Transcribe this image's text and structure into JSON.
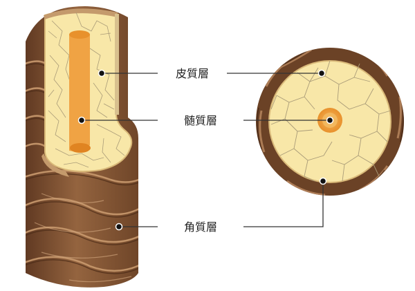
{
  "labels": {
    "cortex": "皮質層",
    "medulla": "髄質層",
    "cuticle": "角質層"
  },
  "colors": {
    "cuticle_dark": "#6b4226",
    "cuticle_mid": "#8e5f3c",
    "cuticle_light": "#b8865f",
    "cortex_fill": "#f8e7a8",
    "cortex_cell_line": "#a99b78",
    "medulla_fill": "#f0a344",
    "medulla_edge": "#e8912c",
    "leader_line": "#333333",
    "label_text": "#222222"
  }
}
